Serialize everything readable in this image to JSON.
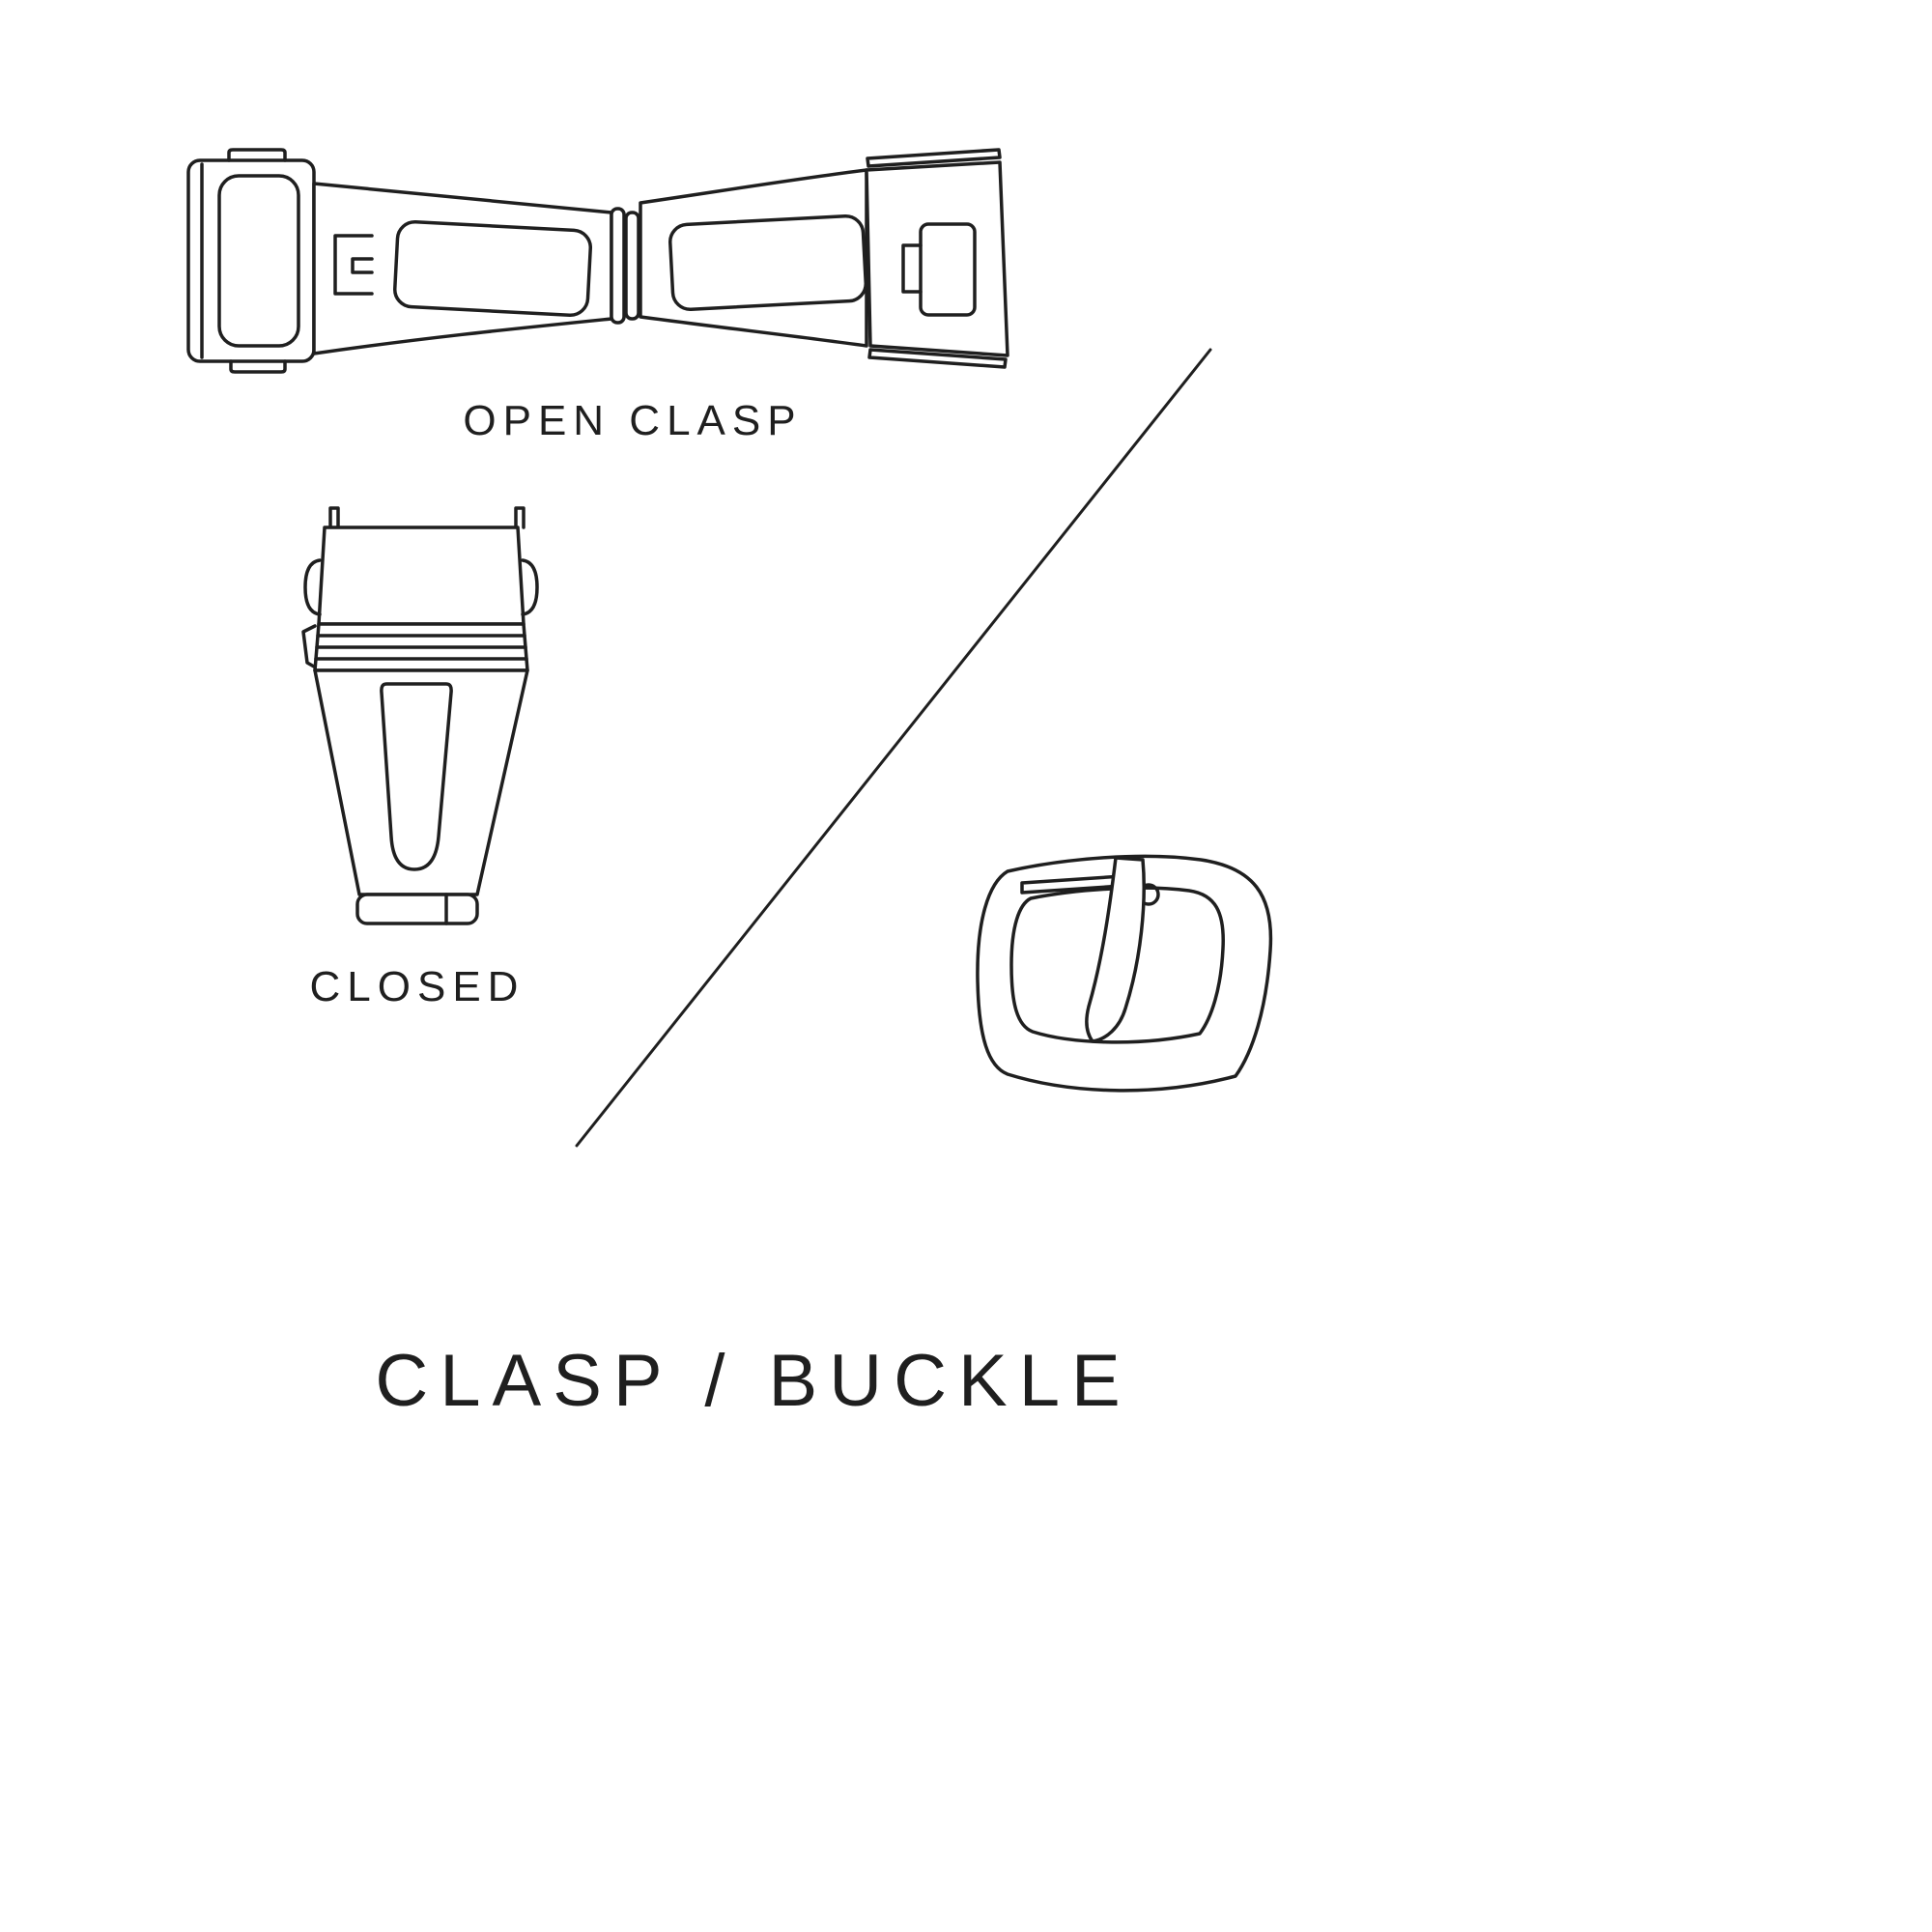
{
  "page": {
    "background": "#ffffff",
    "line_color": "#1f1f1f",
    "text_color": "#1f1f1f"
  },
  "labels": {
    "open_clasp": "OPEN CLASP",
    "closed_clasp": "CLOSED"
  },
  "title": "CLASP / BUCKLE"
}
